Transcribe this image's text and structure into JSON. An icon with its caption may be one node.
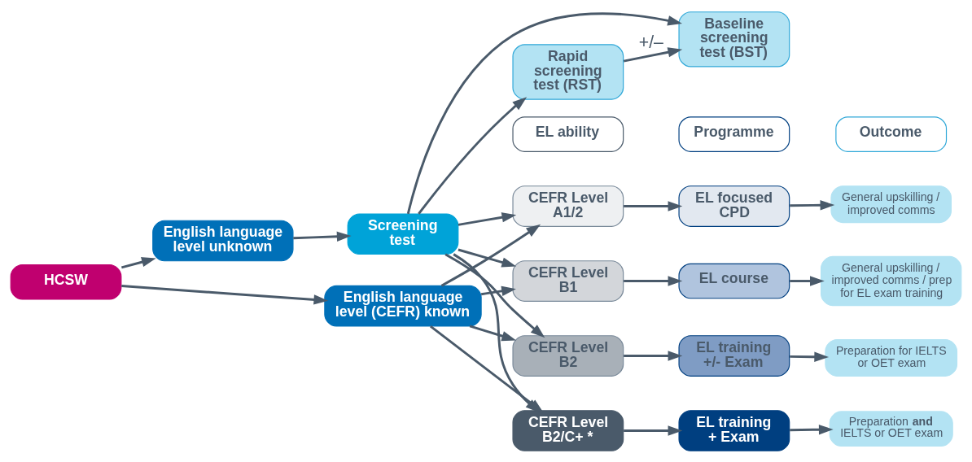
{
  "diagram": {
    "nodes": [
      {
        "text": [
          "Rapid screening test (RST)"
        ]
      },
      {
        "text": [
          "Baseline screening test (BST)"
        ]
      },
      {
        "text": [
          "HCSW"
        ]
      },
      {
        "text": [
          "English language level unknown"
        ]
      },
      {
        "text": [
          "Screening test"
        ]
      },
      {
        "text": [
          "English language level (CEFR) known"
        ]
      },
      {
        "text": [
          "EL ability"
        ]
      },
      {
        "text": [
          "Programme"
        ]
      },
      {
        "text": [
          "Outcome"
        ]
      },
      {
        "text": [
          "CEFR Level A1/2"
        ]
      },
      {
        "text": [
          "EL focused CPD"
        ]
      },
      {
        "text": [
          "General upskilling / improved comms"
        ]
      },
      {
        "text": [
          "CEFR Level B1"
        ]
      },
      {
        "text": [
          "EL course"
        ]
      },
      {
        "text": [
          "General upskilling / improved comms / prep for EL exam training"
        ]
      },
      {
        "text": [
          "CEFR Level B2"
        ]
      },
      {
        "text": [
          "EL training +/- Exam"
        ]
      },
      {
        "text": [
          "Preparation for IELTS or OET exam"
        ]
      },
      {
        "text": [
          "CEFR Level B2/C+ *"
        ]
      },
      {
        "text": [
          "EL training + Exam"
        ]
      },
      {
        "text": [
          "Preparation **and** IELTS or OET exam"
        ]
      }
    ],
    "edges": [
      {
        "from": 0,
        "to": 1,
        "arrow": "to",
        "label": "+/–"
      },
      {
        "from": 2,
        "to": 3,
        "arrow": "to"
      },
      {
        "from": 2,
        "to": 5,
        "arrow": "to"
      },
      {
        "from": 3,
        "to": 4,
        "arrow": "to"
      },
      {
        "from": 4,
        "to": 0,
        "arrow": "to"
      },
      {
        "from": 4,
        "to": 1,
        "arrow": "to"
      },
      {
        "from": 4,
        "to": 9,
        "arrow": "to"
      },
      {
        "from": 4,
        "to": 12,
        "arrow": "to"
      },
      {
        "from": 4,
        "to": 15,
        "arrow": "to"
      },
      {
        "from": 4,
        "to": 18,
        "arrow": "to"
      },
      {
        "from": 5,
        "to": 9,
        "arrow": "to"
      },
      {
        "from": 5,
        "to": 12,
        "arrow": "to"
      },
      {
        "from": 5,
        "to": 15,
        "arrow": "to"
      },
      {
        "from": 5,
        "to": 18,
        "arrow": "to"
      },
      {
        "from": 9,
        "to": 10,
        "arrow": "to"
      },
      {
        "from": 10,
        "to": 11,
        "arrow": "to"
      },
      {
        "from": 12,
        "to": 13,
        "arrow": "to"
      },
      {
        "from": 13,
        "to": 14,
        "arrow": "to"
      },
      {
        "from": 15,
        "to": 16,
        "arrow": "to"
      },
      {
        "from": 16,
        "to": 17,
        "arrow": "to"
      },
      {
        "from": 18,
        "to": 19,
        "arrow": "to"
      },
      {
        "from": 19,
        "to": 20,
        "arrow": "to"
      }
    ]
  }
}
